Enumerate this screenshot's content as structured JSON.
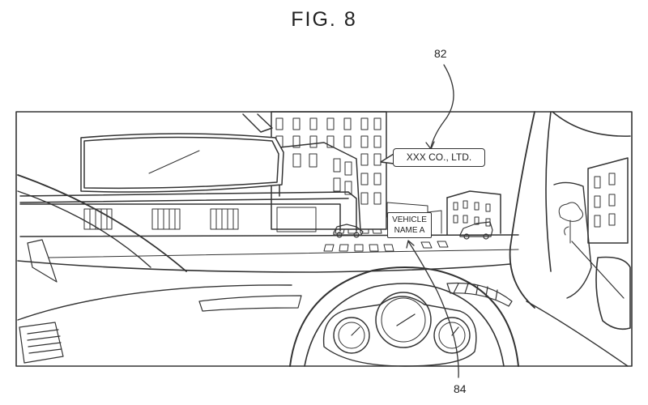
{
  "figure": {
    "title": "FIG. 8"
  },
  "labels": {
    "ref_82": "82",
    "ref_84": "84"
  },
  "callouts": {
    "company_label": "XXX CO., LTD.",
    "vehicle_line1": "VEHICLE",
    "vehicle_line2": "NAME A"
  },
  "colors": {
    "line": "#333333",
    "background": "#ffffff"
  }
}
